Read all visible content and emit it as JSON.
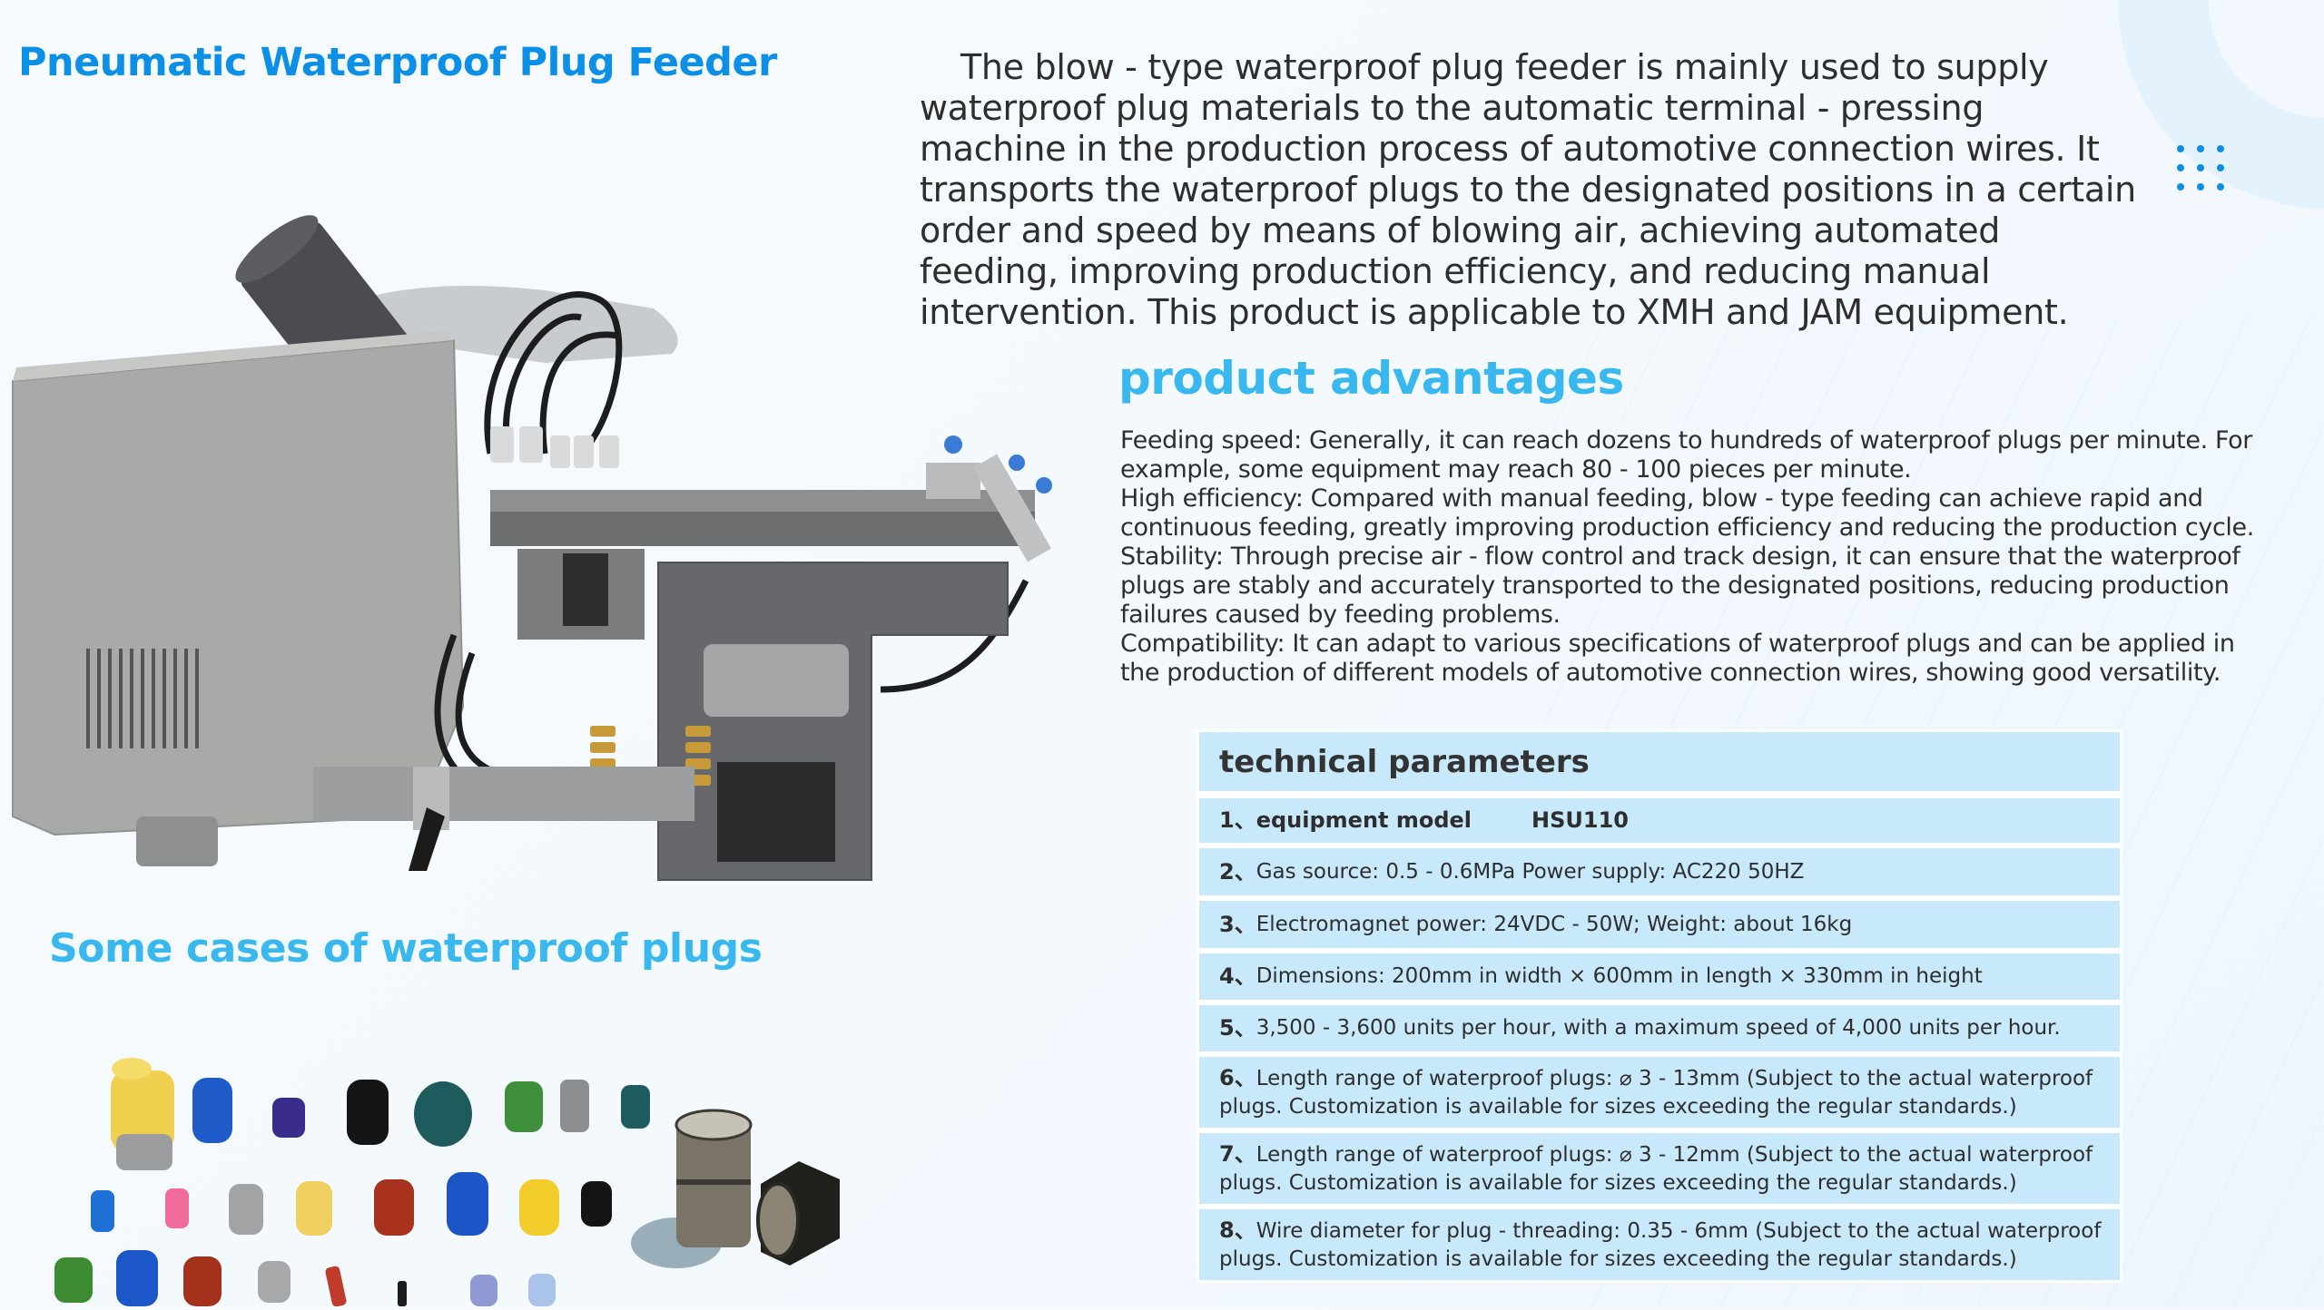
{
  "header": {
    "title": "Pneumatic Waterproof Plug Feeder"
  },
  "intro": {
    "text": "The blow - type waterproof plug feeder is mainly used to supply waterproof plug materials to the automatic terminal - pressing machine in the production process of automotive connection wires. It transports the waterproof plugs to the designated positions in a certain order and speed by means of blowing air, achieving automated feeding, improving production efficiency, and reducing manual intervention. This product is applicable to XMH and JAM equipment."
  },
  "advantages": {
    "title": "product advantages",
    "items": [
      "Feeding speed: Generally, it can reach dozens to hundreds of waterproof plugs per minute. For example, some equipment may reach 80 - 100 pieces per minute.",
      "High efficiency: Compared with manual feeding, blow - type feeding can achieve rapid and continuous feeding, greatly improving production efficiency and reducing the production cycle.",
      "Stability: Through precise air - flow control and track design, it can ensure that the waterproof plugs are stably and accurately transported to the designated positions, reducing production failures caused by feeding problems.",
      "Compatibility: It can adapt to various specifications of waterproof plugs and can be applied in the production of different models of automotive connection wires, showing good versatility."
    ]
  },
  "cases": {
    "title": "Some cases of waterproof plugs",
    "image_alt": "colored rubber waterproof plugs and metal bushings"
  },
  "machine": {
    "image_alt": "pneumatic waterproof plug feeder machine"
  },
  "tech": {
    "title": "technical parameters",
    "rows": [
      {
        "num": "1、",
        "label": "equipment model",
        "value": "HSU110"
      },
      {
        "num": "2、",
        "text": "Gas source: 0.5 - 0.6MPa  Power supply: AC220 50HZ"
      },
      {
        "num": "3、",
        "text": "Electromagnet power: 24VDC - 50W; Weight: about 16kg"
      },
      {
        "num": "4、",
        "text": "Dimensions: 200mm in width × 600mm in length × 330mm in height"
      },
      {
        "num": "5、",
        "text": "3,500 - 3,600 units per hour, with a maximum speed of 4,000 units per hour."
      },
      {
        "num": "6、",
        "text": "Length range of waterproof plugs: ⌀ 3 - 13mm (Subject to the actual waterproof plugs. Customization is available for sizes exceeding the regular standards.)"
      },
      {
        "num": "7、",
        "text": "Length range of waterproof plugs: ⌀ 3 - 12mm (Subject to the actual waterproof plugs. Customization is available for sizes exceeding the regular standards.)"
      },
      {
        "num": "8、",
        "text": "Wire diameter for plug - threading: 0.35 - 6mm (Subject to the actual waterproof plugs. Customization is available for sizes exceeding the regular standards.)"
      }
    ]
  },
  "colors": {
    "title_blue": "#0c8fe6",
    "heading_cyan": "#38b8ee",
    "table_cell": "#c8e9fb",
    "dots": "#0b8ee6"
  }
}
